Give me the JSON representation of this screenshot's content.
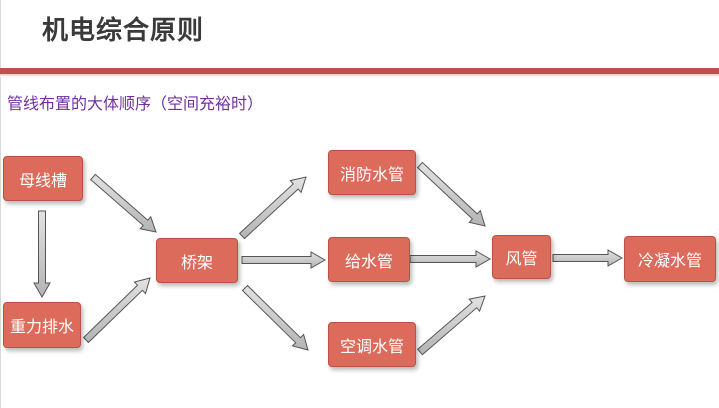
{
  "title": "机电综合原则",
  "subtitle": "管线布置的大体顺序（空间充裕时）",
  "nodes": {
    "busway": "母线槽",
    "gravity_drain": "重力排水",
    "cable_tray": "桥架",
    "fire_pipe": "消防水管",
    "supply_pipe": "给水管",
    "hvac_pipe": "空调水管",
    "air_duct": "风管",
    "condensate_pipe": "冷凝水管"
  },
  "colors": {
    "node_fill": "#dc6b5c",
    "node_text": "#ffffff",
    "title_rule": "#c0504d",
    "subtitle_text": "#7030a0",
    "arrow_fill": "#c8c8c8"
  }
}
